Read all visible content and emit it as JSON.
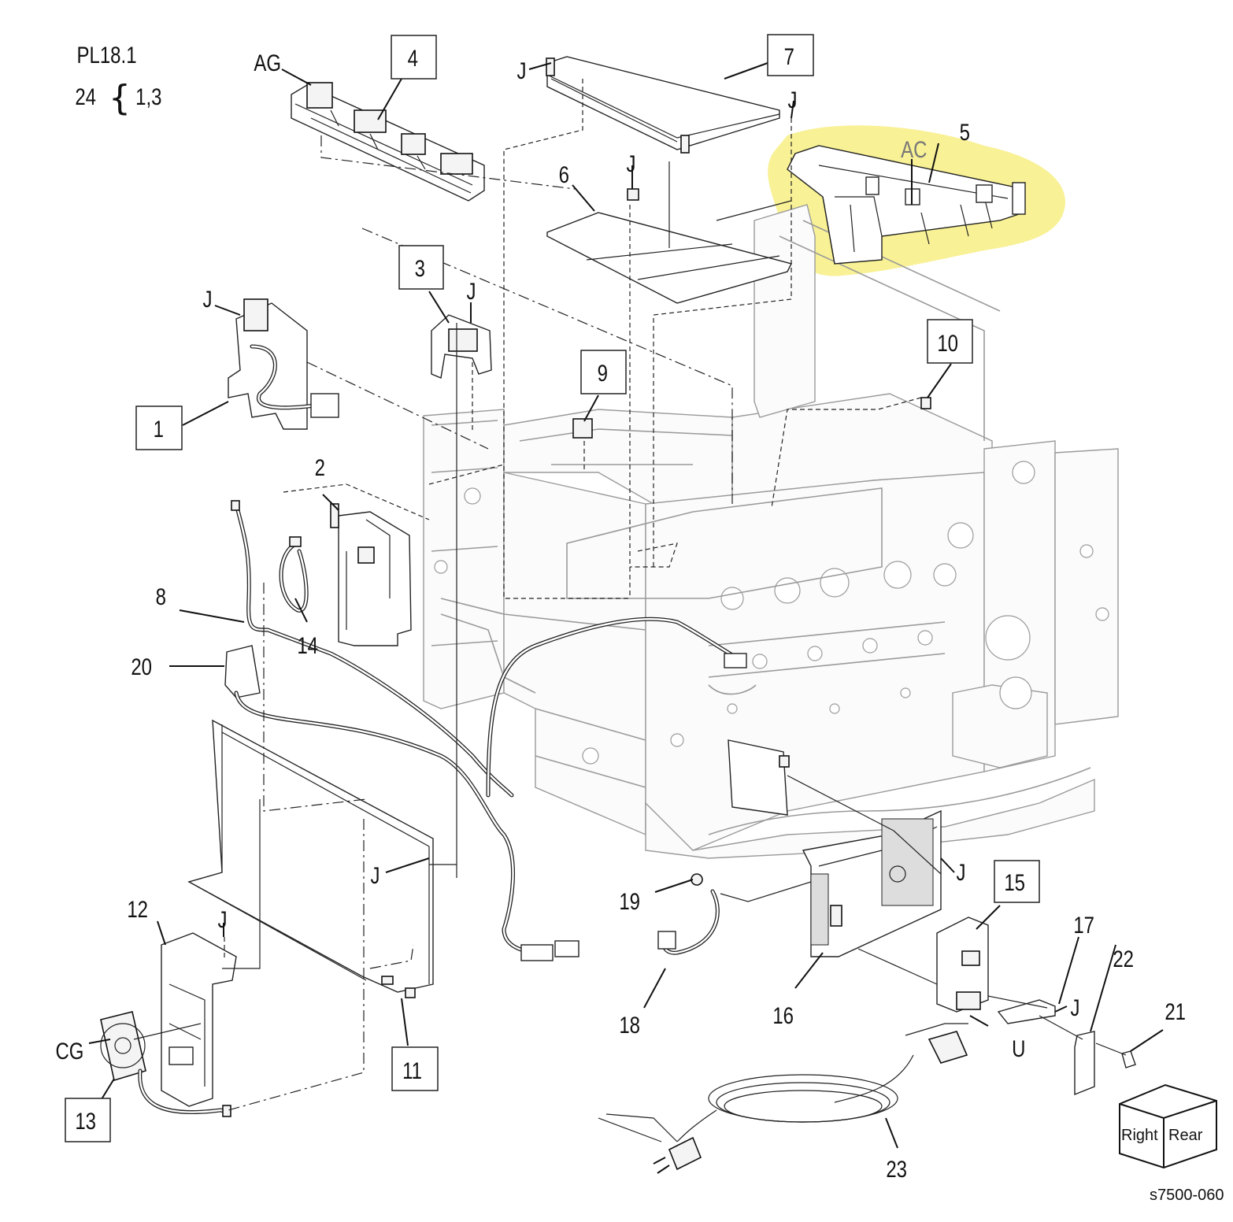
{
  "diagram": {
    "plate_id": "PL18.1",
    "kit_number": "24",
    "kit_brace": "{",
    "kit_contents": "1,3",
    "footer_code": "s7500-060",
    "orientation_cube": {
      "right_face": "Right",
      "rear_face": "Rear"
    },
    "highlight_color": "#f7ee82",
    "boxed_callouts": [
      "1",
      "3",
      "4",
      "7",
      "9",
      "10",
      "11",
      "13",
      "15"
    ],
    "callouts": {
      "c1": "1",
      "c2": "2",
      "c3": "3",
      "c4": "4",
      "c5": "5",
      "c6": "6",
      "c7": "7",
      "c8": "8",
      "c9": "9",
      "c10": "10",
      "c11": "11",
      "c12": "12",
      "c13": "13",
      "c14": "14",
      "c15": "15",
      "c16": "16",
      "c17": "17",
      "c18": "18",
      "c19": "19",
      "c20": "20",
      "c21": "21",
      "c22": "22",
      "c23": "23"
    },
    "connectors": {
      "ag": "AG",
      "ac": "AC",
      "cg": "CG",
      "u": "U",
      "j": "J"
    }
  }
}
